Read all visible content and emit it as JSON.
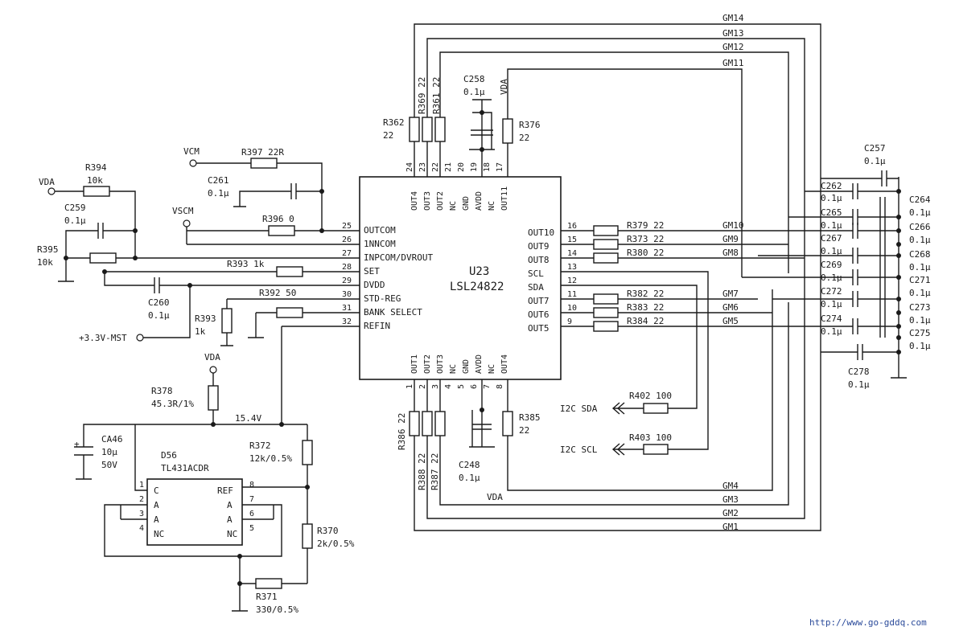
{
  "chip": {
    "ref": "U23",
    "part": "LSL24822"
  },
  "left_pins": [
    {
      "num": "25",
      "name": "OUTCOM"
    },
    {
      "num": "26",
      "name": "1NNCOM"
    },
    {
      "num": "27",
      "name": "INPCOM/DVROUT"
    },
    {
      "num": "28",
      "name": "SET"
    },
    {
      "num": "29",
      "name": "DVDD"
    },
    {
      "num": "30",
      "name": "STD-REG"
    },
    {
      "num": "31",
      "name": "BANK SELECT"
    },
    {
      "num": "32",
      "name": "REFIN"
    }
  ],
  "right_pins": [
    {
      "num": "16",
      "name": "OUT10"
    },
    {
      "num": "15",
      "name": "OUT9"
    },
    {
      "num": "14",
      "name": "OUT8"
    },
    {
      "num": "13",
      "name": "SCL"
    },
    {
      "num": "12",
      "name": "SDA"
    },
    {
      "num": "11",
      "name": "OUT7"
    },
    {
      "num": "10",
      "name": "OUT6"
    },
    {
      "num": "9",
      "name": "OUT5"
    }
  ],
  "top_pins": [
    {
      "num": "24",
      "name": "OUT4"
    },
    {
      "num": "23",
      "name": "OUT3"
    },
    {
      "num": "22",
      "name": "OUT2"
    },
    {
      "num": "21",
      "name": "NC"
    },
    {
      "num": "20",
      "name": "GND"
    },
    {
      "num": "19",
      "name": "AVDD"
    },
    {
      "num": "18",
      "name": "NC"
    },
    {
      "num": "17",
      "name": "OUT11"
    }
  ],
  "bottom_pins": [
    {
      "num": "1",
      "name": "OUT1"
    },
    {
      "num": "2",
      "name": "OUT2"
    },
    {
      "num": "3",
      "name": "OUT3"
    },
    {
      "num": "4",
      "name": "NC"
    },
    {
      "num": "5",
      "name": "GND"
    },
    {
      "num": "6",
      "name": "AVDD"
    },
    {
      "num": "7",
      "name": "NC"
    },
    {
      "num": "8",
      "name": "OUT4"
    }
  ],
  "ref_ic": {
    "ref": "D56",
    "part": "TL431ACDR",
    "left_pins": [
      {
        "num": "1",
        "name": "C"
      },
      {
        "num": "2",
        "name": "A"
      },
      {
        "num": "3",
        "name": "A"
      },
      {
        "num": "4",
        "name": "NC"
      }
    ],
    "right_pins": [
      {
        "num": "8",
        "name": "REF"
      },
      {
        "num": "7",
        "name": "A"
      },
      {
        "num": "6",
        "name": "A"
      },
      {
        "num": "5",
        "name": "NC"
      }
    ]
  },
  "nets": {
    "vda": "VDA",
    "vcm": "VCM",
    "vscm": "VSCM",
    "v33": "+3.3V-MST",
    "v154": "15.4V",
    "i2c_sda": "I2C SDA",
    "i2c_scl": "I2C SCL",
    "gm": [
      "GM1",
      "GM2",
      "GM3",
      "GM4",
      "GM5",
      "GM6",
      "GM7",
      "GM8",
      "GM9",
      "GM10",
      "GM11",
      "GM12",
      "GM13",
      "GM14"
    ]
  },
  "parts": {
    "r394": "R394",
    "r394_v": "10k",
    "r395": "R395",
    "r395_v": "10k",
    "r397": "R397 22R",
    "r396": "R396 0",
    "r393a": "R393 1k",
    "r392": "R392 50",
    "r393b": "R393",
    "r393b_v": "1k",
    "r378": "R378",
    "r378_v": "45.3R/1%",
    "r372": "R372",
    "r372_v": "12k/0.5%",
    "r370": "R370",
    "r370_v": "2k/0.5%",
    "r371": "R371",
    "r371_v": "330/0.5%",
    "r362": "R362",
    "r362_v": "22",
    "r369": "R369 22",
    "r361": "R361 22",
    "r376": "R376",
    "r376_v": "22",
    "r386": "R386 22",
    "r388": "R388 22",
    "r387": "R387 22",
    "r385": "R385",
    "r385_v": "22",
    "r379": "R379 22",
    "r373": "R373 22",
    "r380": "R380 22",
    "r382": "R382 22",
    "r383": "R383 22",
    "r384": "R384 22",
    "r402": "R402 100",
    "r403": "R403 100",
    "c259": "C259",
    "c259_v": "0.1μ",
    "c261": "C261",
    "c261_v": "0.1μ",
    "c260": "C260",
    "c260_v": "0.1μ",
    "c258": "C258",
    "c258_v": "0.1μ",
    "c248": "C248",
    "c248_v": "0.1μ",
    "ca46": "CA46",
    "ca46_v1": "10μ",
    "ca46_v2": "50V",
    "c257": "C257",
    "c257_v": "0.1μ",
    "c278": "C278",
    "c278_v": "0.1μ",
    "cap_left": [
      "C262",
      "C265",
      "C267",
      "C269",
      "C272",
      "C274"
    ],
    "cap_right": [
      "C264",
      "C266",
      "C268",
      "C271",
      "C273",
      "C275"
    ],
    "cap_val": "0.1μ"
  },
  "url": "http://www.go-gddq.com"
}
